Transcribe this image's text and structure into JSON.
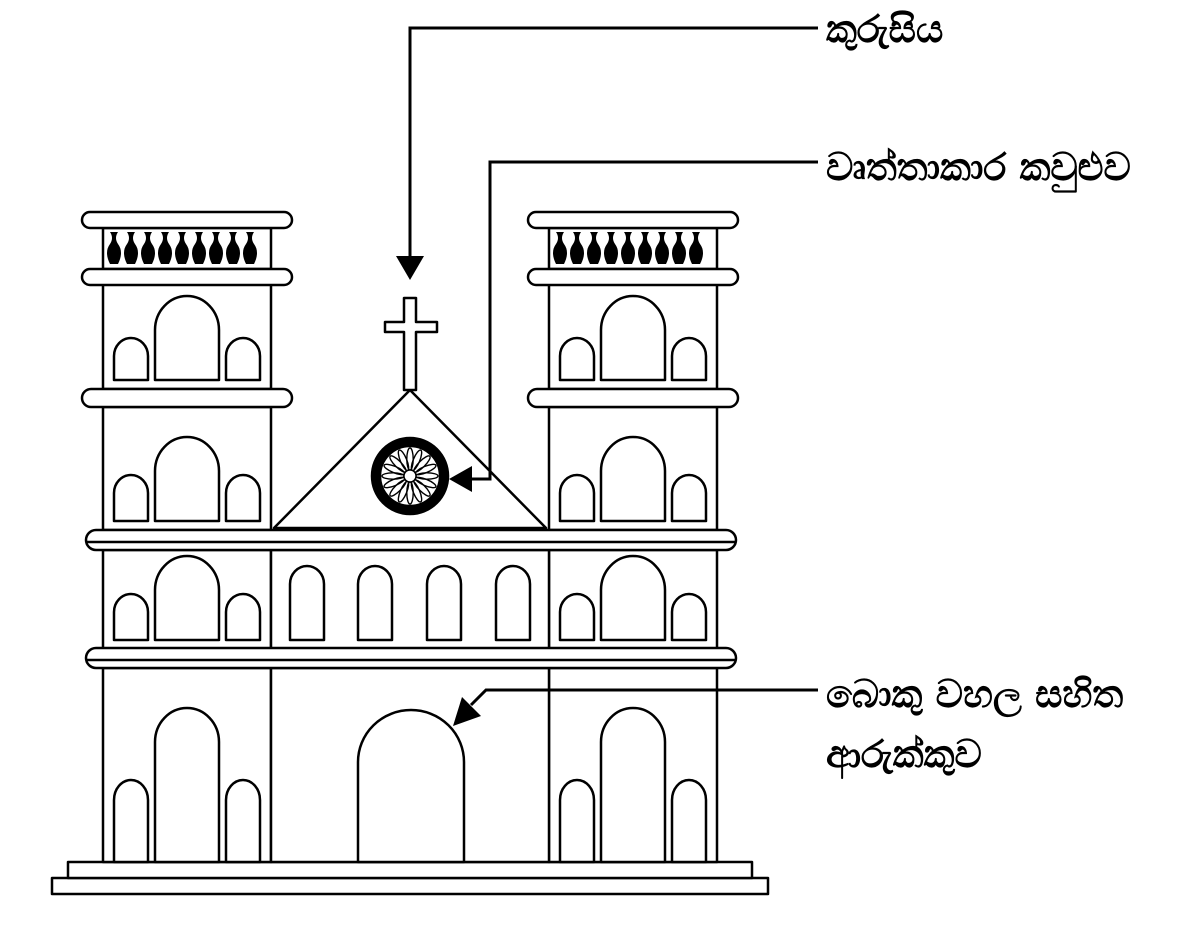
{
  "labels": {
    "cross": "කුරුසිය",
    "rose_window": "වෘත්තාකාර කවුළුව",
    "arched_door_line1": "බොකු වහල සහිත",
    "arched_door_line2": "ආරුක්කුව"
  },
  "colors": {
    "ink": "#000000",
    "background": "#ffffff"
  },
  "icons": {
    "arrow": "arrow-head-icon"
  }
}
